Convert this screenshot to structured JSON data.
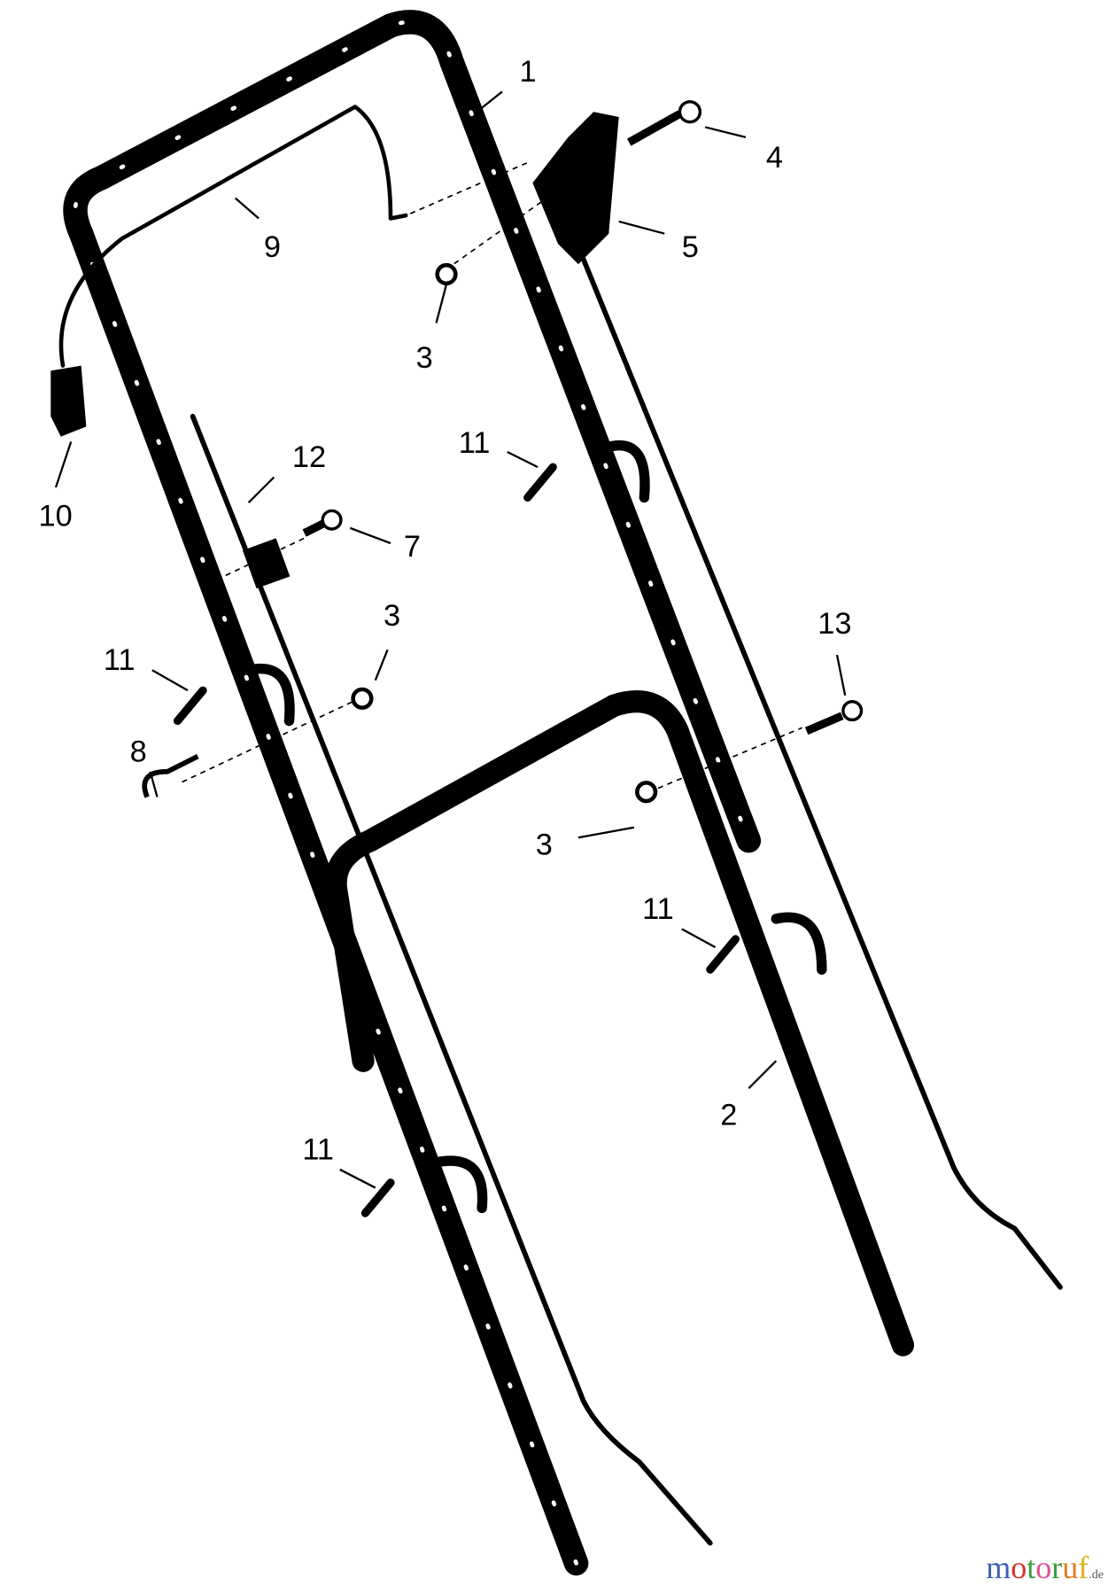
{
  "diagram": {
    "labels": [
      "1",
      "2",
      "3",
      "3",
      "3",
      "4",
      "5",
      "7",
      "8",
      "9",
      "10",
      "11",
      "11",
      "11",
      "11",
      "12",
      "13"
    ]
  },
  "watermark": {
    "text": "motoruf",
    "suffix": ".de",
    "colors": [
      "#3b5fb0",
      "#d8322e",
      "#3a9a3a",
      "#e05090",
      "#3a9a3a",
      "#e07a20",
      "#e0b020"
    ]
  }
}
